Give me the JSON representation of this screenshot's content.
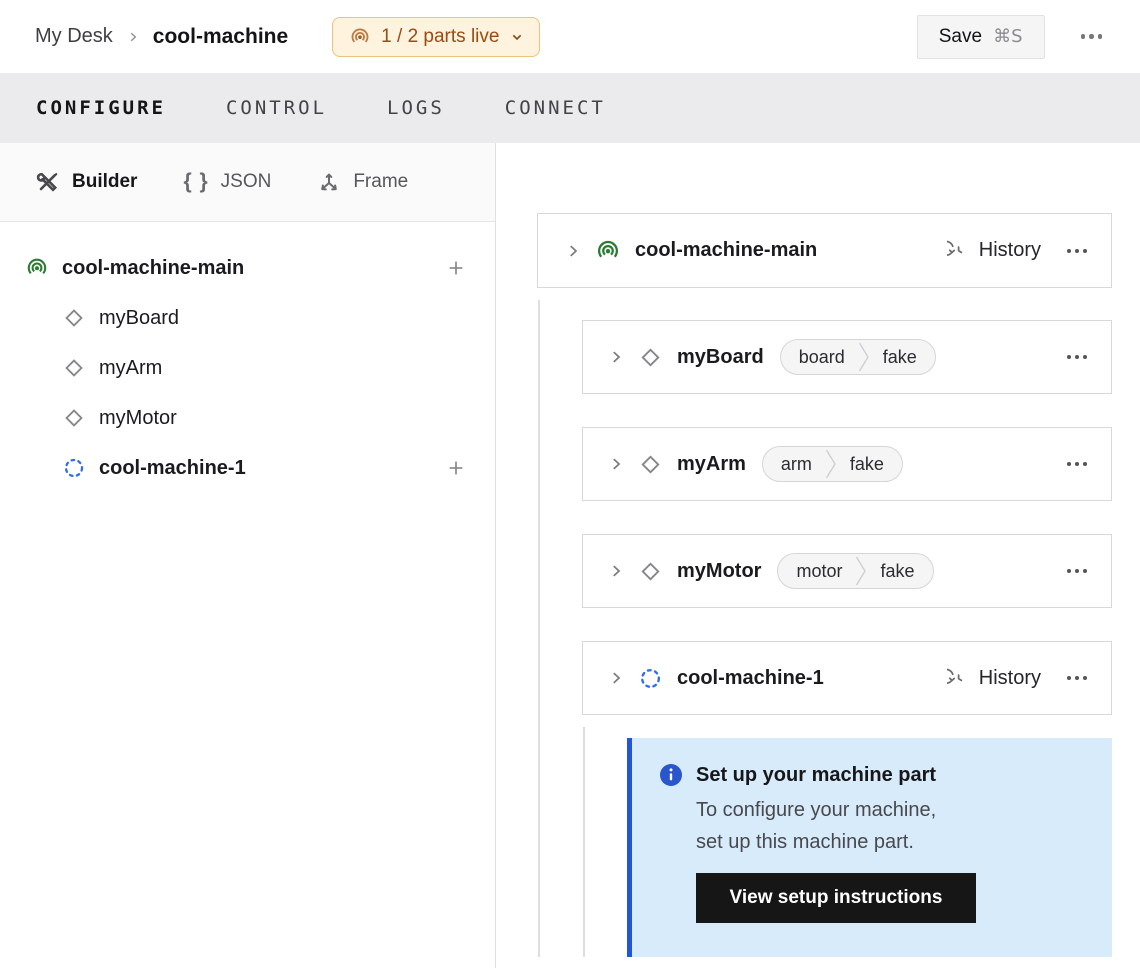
{
  "header": {
    "breadcrumb": {
      "root": "My Desk",
      "current": "cool-machine"
    },
    "parts_badge": {
      "label": "1 / 2 parts live"
    },
    "save": {
      "label": "Save",
      "shortcut": "⌘S"
    }
  },
  "tabs": [
    {
      "label": "CONFIGURE",
      "active": true
    },
    {
      "label": "CONTROL",
      "active": false
    },
    {
      "label": "LOGS",
      "active": false
    },
    {
      "label": "CONNECT",
      "active": false
    }
  ],
  "sidebar": {
    "modes": [
      {
        "label": "Builder",
        "icon": "tools-icon",
        "active": true
      },
      {
        "label": "JSON",
        "icon": "braces-icon",
        "active": false
      },
      {
        "label": "Frame",
        "icon": "axes-icon",
        "active": false
      }
    ],
    "braces_glyph": "{ }",
    "tree": [
      {
        "label": "cool-machine-main",
        "icon": "machine-live-icon",
        "type": "part",
        "add_button": true
      },
      {
        "label": "myBoard",
        "icon": "component-icon",
        "type": "component"
      },
      {
        "label": "myArm",
        "icon": "component-icon",
        "type": "component"
      },
      {
        "label": "myMotor",
        "icon": "component-icon",
        "type": "component"
      },
      {
        "label": "cool-machine-1",
        "icon": "machine-offline-icon",
        "type": "part",
        "add_button": true
      }
    ]
  },
  "main": {
    "history_label": "History",
    "cards": [
      {
        "title": "cool-machine-main",
        "icon": "machine-live-icon",
        "history": true
      },
      {
        "title": "myBoard",
        "icon": "component-icon",
        "tags": [
          "board",
          "fake"
        ]
      },
      {
        "title": "myArm",
        "icon": "component-icon",
        "tags": [
          "arm",
          "fake"
        ]
      },
      {
        "title": "myMotor",
        "icon": "component-icon",
        "tags": [
          "motor",
          "fake"
        ]
      },
      {
        "title": "cool-machine-1",
        "icon": "machine-offline-icon",
        "history": true
      }
    ],
    "callout": {
      "title": "Set up your machine part",
      "body": "To configure your machine, set up this machine part.",
      "button": "View setup instructions"
    }
  },
  "colors": {
    "badge_bg": "#fdf3de",
    "badge_border": "#ecc27c",
    "badge_text": "#9a4b12",
    "live_green": "#2a7c31",
    "offline_blue": "#2f6fed",
    "callout_bg": "#d8ebfb",
    "callout_accent": "#2356d6",
    "info_blue": "#2a55cc",
    "primary_button_bg": "#161616",
    "tabbar_bg": "#ebebed"
  }
}
